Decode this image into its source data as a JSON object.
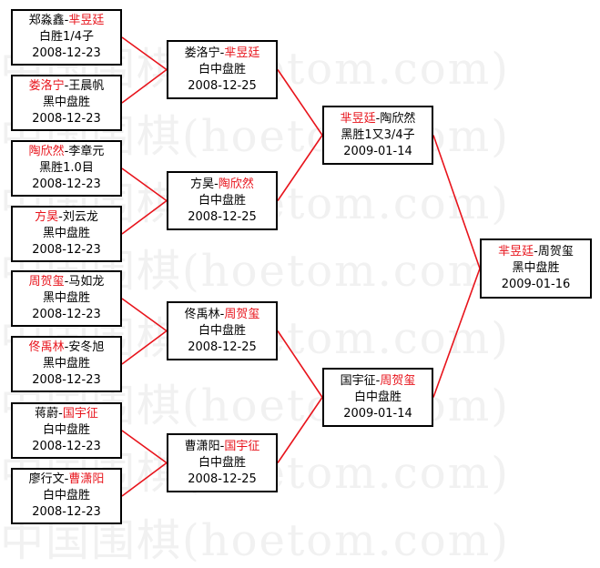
{
  "watermark": "中国围棋(hoetom.com)",
  "colors": {
    "winner": "#e8141c",
    "line": "#e8141c",
    "text": "#000000"
  },
  "round1": [
    {
      "p1": "郑淼鑫",
      "p2": "芈昱廷",
      "winner": 2,
      "result": "白胜1/4子",
      "date": "2008-12-23"
    },
    {
      "p1": "娄洛宁",
      "p2": "王晨帆",
      "winner": 1,
      "result": "黑中盘胜",
      "date": "2008-12-23"
    },
    {
      "p1": "陶欣然",
      "p2": "李章元",
      "winner": 1,
      "result": "黑胜1.0目",
      "date": "2008-12-23"
    },
    {
      "p1": "方昊",
      "p2": "刘云龙",
      "winner": 1,
      "result": "黑中盘胜",
      "date": "2008-12-23"
    },
    {
      "p1": "周贺玺",
      "p2": "马如龙",
      "winner": 1,
      "result": "黑中盘胜",
      "date": "2008-12-23"
    },
    {
      "p1": "佟禹林",
      "p2": "安冬旭",
      "winner": 1,
      "result": "黑中盘胜",
      "date": "2008-12-23"
    },
    {
      "p1": "蒋蔚",
      "p2": "国宇征",
      "winner": 2,
      "result": "白中盘胜",
      "date": "2008-12-23"
    },
    {
      "p1": "廖行文",
      "p2": "曹潇阳",
      "winner": 2,
      "result": "白中盘胜",
      "date": "2008-12-23"
    }
  ],
  "round2": [
    {
      "p1": "娄洛宁",
      "p2": "芈昱廷",
      "winner": 2,
      "result": "白中盘胜",
      "date": "2008-12-25"
    },
    {
      "p1": "方昊",
      "p2": "陶欣然",
      "winner": 2,
      "result": "白中盘胜",
      "date": "2008-12-25"
    },
    {
      "p1": "佟禹林",
      "p2": "周贺玺",
      "winner": 2,
      "result": "白中盘胜",
      "date": "2008-12-25"
    },
    {
      "p1": "曹潇阳",
      "p2": "国宇征",
      "winner": 2,
      "result": "白中盘胜",
      "date": "2008-12-25"
    }
  ],
  "round3": [
    {
      "p1": "芈昱廷",
      "p2": "陶欣然",
      "winner": 1,
      "result": "黑胜1又3/4子",
      "date": "2009-01-14"
    },
    {
      "p1": "国宇征",
      "p2": "周贺玺",
      "winner": 2,
      "result": "白中盘胜",
      "date": "2009-01-14"
    }
  ],
  "final": [
    {
      "p1": "芈昱廷",
      "p2": "周贺玺",
      "winner": 1,
      "result": "黑中盘胜",
      "date": "2009-01-16"
    }
  ]
}
